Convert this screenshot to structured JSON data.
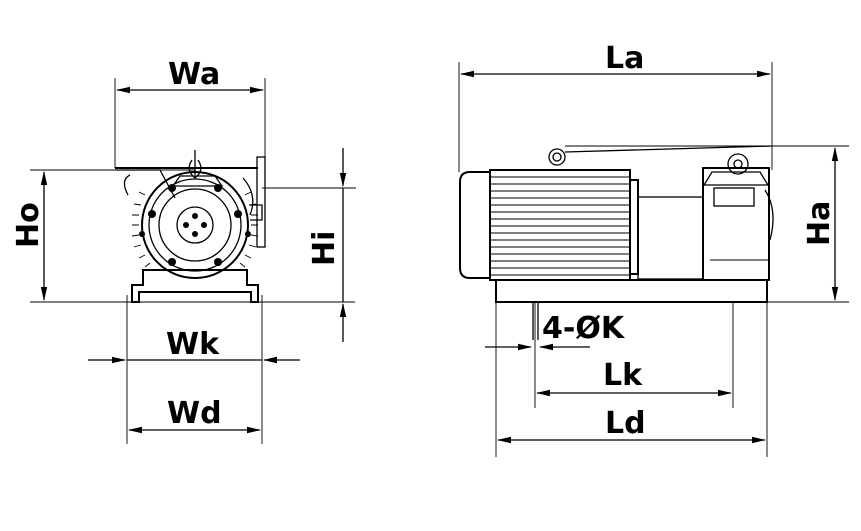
{
  "labels": {
    "wa": "Wa",
    "ho": "Ho",
    "hi": "Hi",
    "wk": "Wk",
    "wd": "Wd",
    "la": "La",
    "ha": "Ha",
    "k": "4-ØK",
    "lk": "Lk",
    "ld": "Ld"
  },
  "colors": {
    "line": "#000000",
    "background": "#ffffff"
  }
}
